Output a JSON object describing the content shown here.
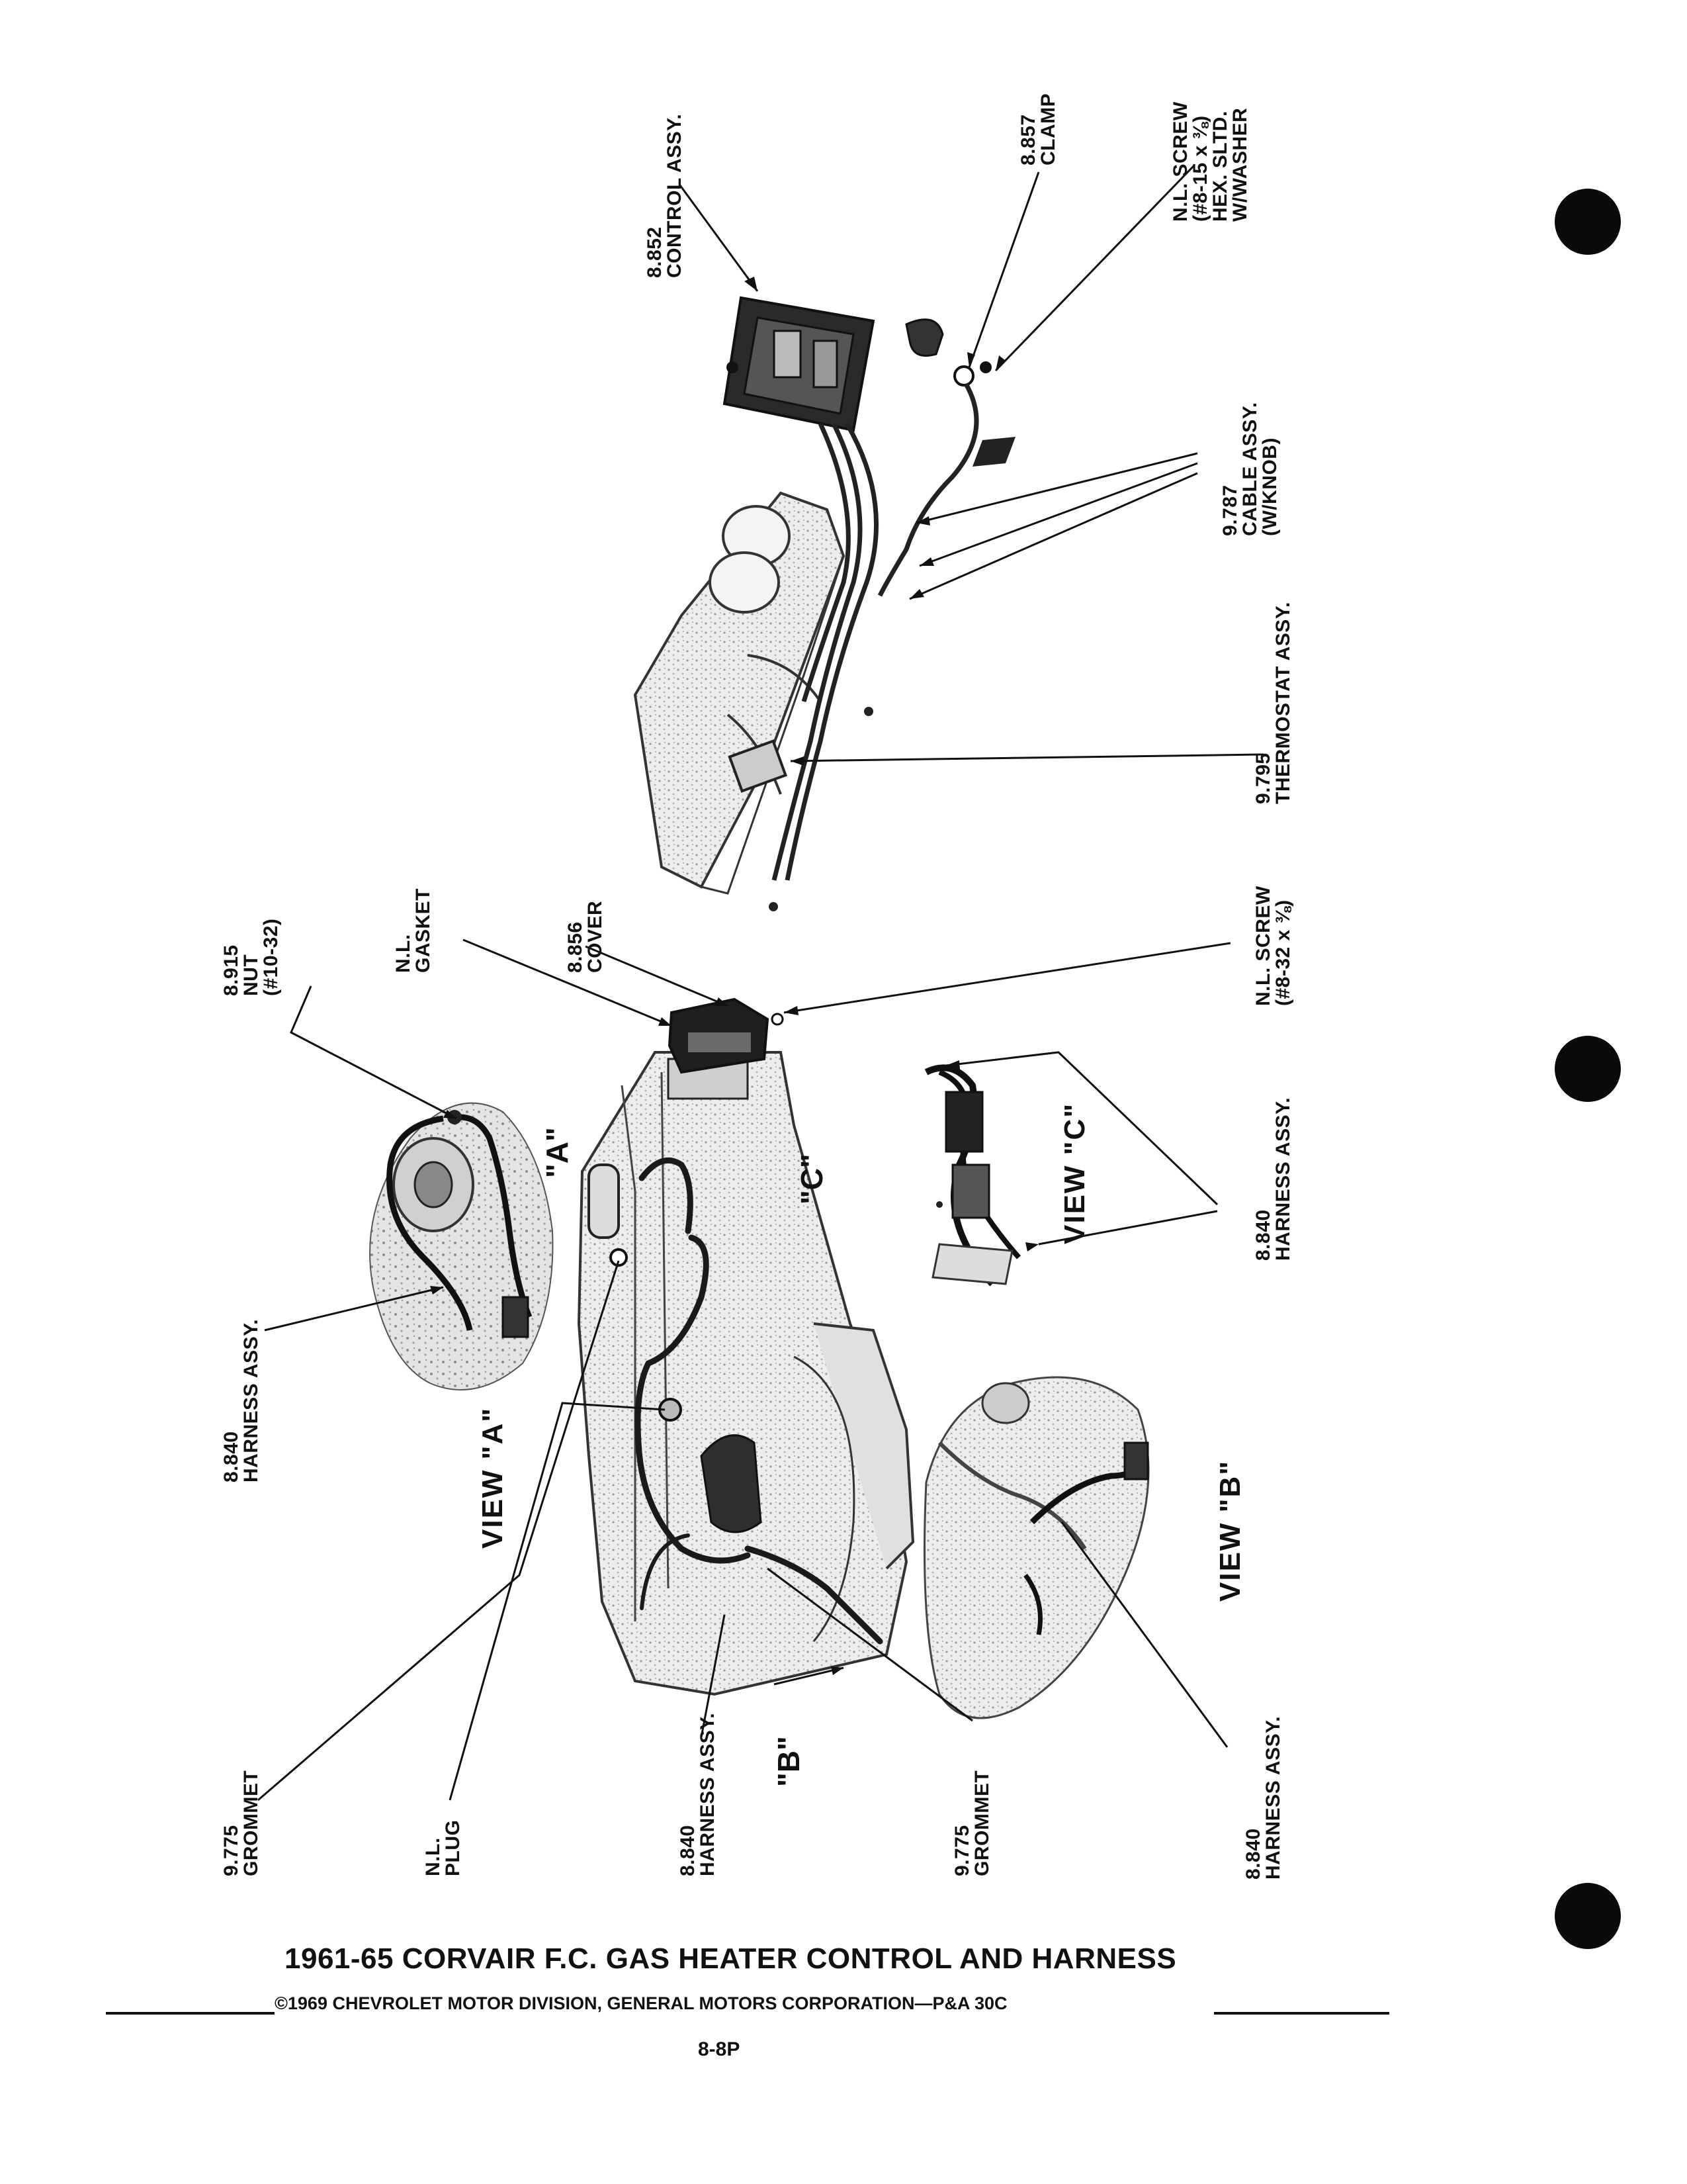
{
  "title": "1961-65 CORVAIR F.C. GAS HEATER CONTROL AND HARNESS",
  "copyright": "©1969 CHEVROLET MOTOR DIVISION, GENERAL MOTORS CORPORATION—P&A 30C",
  "page_number": "8-8P",
  "views": {
    "a": "VIEW \"A\"",
    "b": "VIEW \"B\"",
    "c": "VIEW \"C\""
  },
  "callouts": {
    "a": "\"A\"",
    "b": "\"B\"",
    "c": "\"C\""
  },
  "labels": {
    "control_assy": {
      "num": "8.852",
      "name": "CONTROL ASSY."
    },
    "clamp": {
      "num": "8.857",
      "name": "CLAMP"
    },
    "nl_screw_top": {
      "l1": "N.L. SCREW",
      "l2": "(#8-15 x ⅜)",
      "l3": "HEX. SLTD.",
      "l4": "W/WASHER"
    },
    "cable_assy": {
      "num": "9.787",
      "name": "CABLE ASSY.",
      "sub": "(W/KNOB)"
    },
    "thermostat_assy": {
      "num": "9.795",
      "name": "THERMOSTAT ASSY."
    },
    "nut": {
      "num": "8.915",
      "name": "NUT",
      "sub": "(#10-32)"
    },
    "gasket": {
      "num": "N.L.",
      "name": "GASKET"
    },
    "cover": {
      "num": "8.856",
      "name": "COVER"
    },
    "nl_screw_mid": {
      "l1": "N.L. SCREW",
      "l2": "(#8-32 x ⅜)"
    },
    "harness_view_c": {
      "num": "8.840",
      "name": "HARNESS ASSY."
    },
    "harness_view_a": {
      "num": "8.840",
      "name": "HARNESS ASSY."
    },
    "grommet_left": {
      "num": "9.775",
      "name": "GROMMET"
    },
    "plug": {
      "num": "N.L.",
      "name": "PLUG"
    },
    "harness_main": {
      "num": "8.840",
      "name": "HARNESS ASSY."
    },
    "grommet_right": {
      "num": "9.775",
      "name": "GROMMET"
    },
    "harness_view_b": {
      "num": "8.840",
      "name": "HARNESS ASSY."
    }
  }
}
